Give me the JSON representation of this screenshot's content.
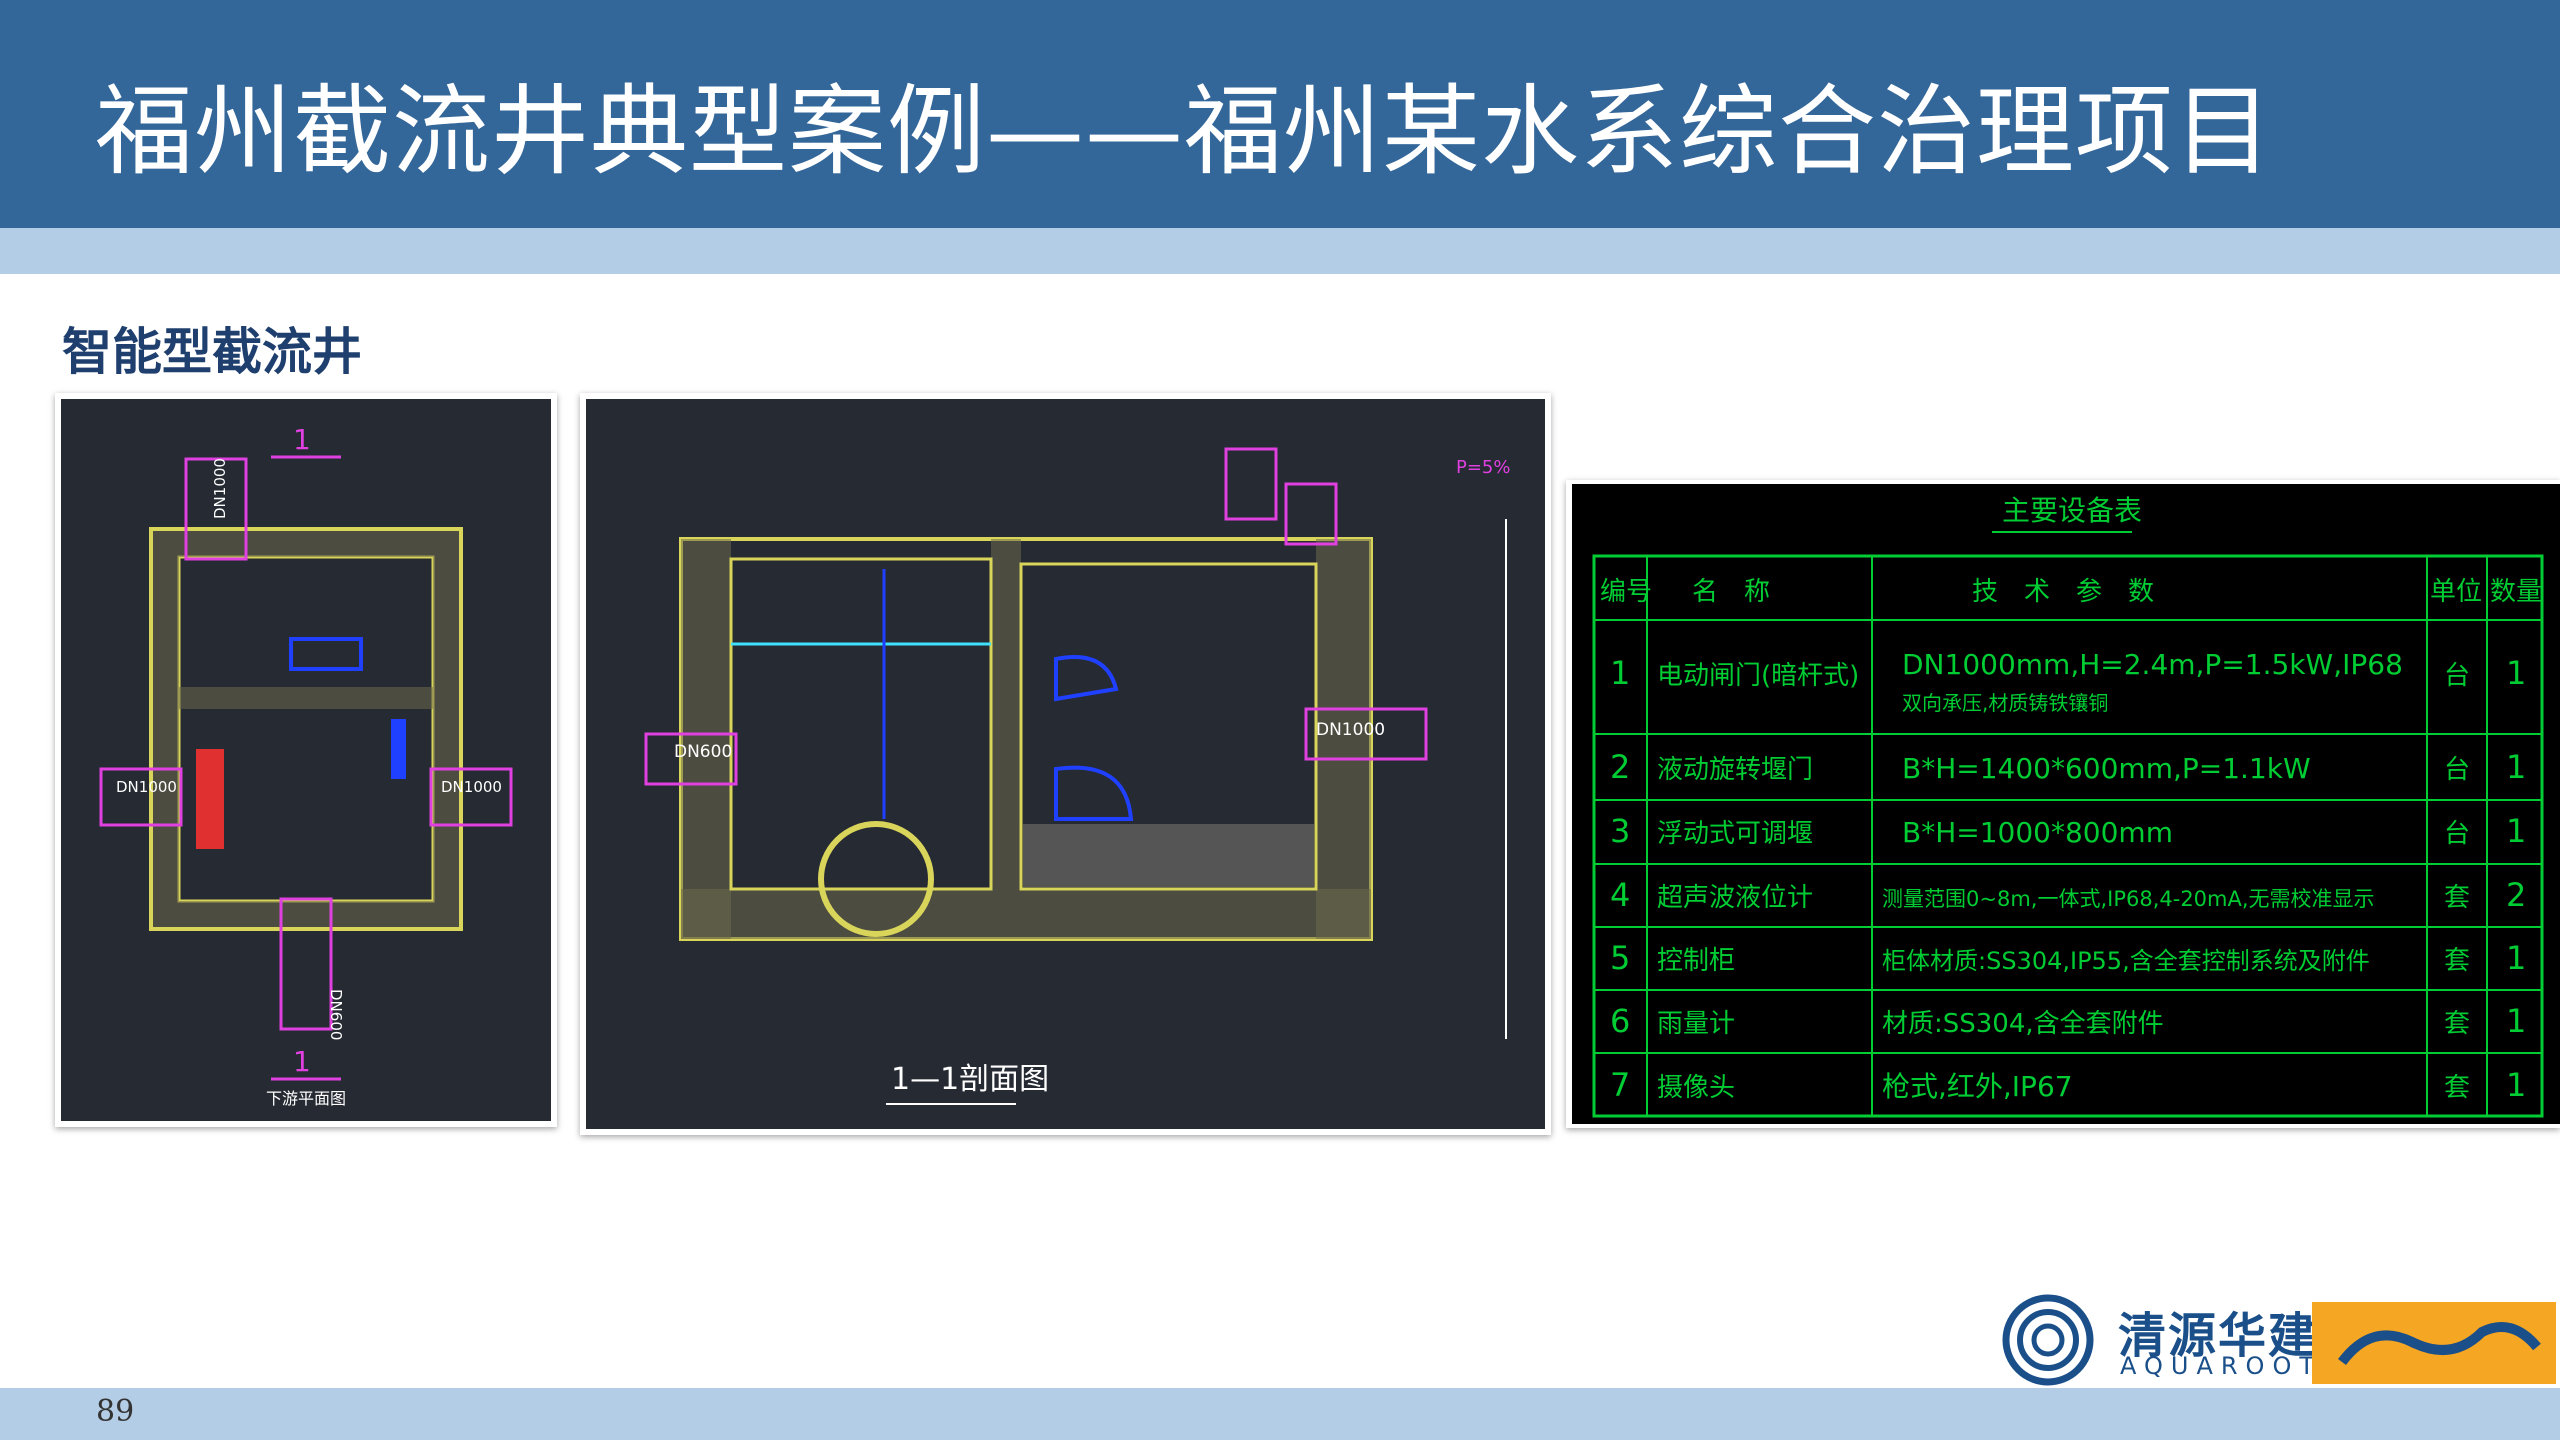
{
  "header": {
    "title": "福州截流井典型案例——福州某水系综合治理项目"
  },
  "section": {
    "heading": "智能型截流井"
  },
  "plan_drawing": {
    "section_marks": [
      "1",
      "1"
    ],
    "pipe_labels": [
      "DN1000",
      "DN1000",
      "DN1000",
      "DN600"
    ],
    "caption": "下游平面图"
  },
  "section_drawing": {
    "pipe_labels": [
      "DN600",
      "DN1000"
    ],
    "slope_label": "P=5%",
    "caption": "1—1剖面图"
  },
  "equipment_table": {
    "title": "主要设备表",
    "headers": [
      "编号",
      "名　称",
      "技　术　参　数",
      "单位",
      "数量"
    ],
    "rows": [
      {
        "no": "1",
        "name": "电动闸门(暗杆式)",
        "spec": "DN1000mm,H=2.4m,P=1.5kW,IP68",
        "spec2": "双向承压,材质铸铁镶铜",
        "unit": "台",
        "qty": "1"
      },
      {
        "no": "2",
        "name": "液动旋转堰门",
        "spec": "B*H=1400*600mm,P=1.1kW",
        "spec2": "",
        "unit": "台",
        "qty": "1"
      },
      {
        "no": "3",
        "name": "浮动式可调堰",
        "spec": "B*H=1000*800mm",
        "spec2": "",
        "unit": "台",
        "qty": "1"
      },
      {
        "no": "4",
        "name": "超声波液位计",
        "spec": "测量范围0~8m,一体式,IP68,4-20mA,无需校准显示",
        "spec2": "",
        "unit": "套",
        "qty": "2"
      },
      {
        "no": "5",
        "name": "控制柜",
        "spec": "柜体材质:SS304,IP55,含全套控制系统及附件",
        "spec2": "",
        "unit": "套",
        "qty": "1"
      },
      {
        "no": "6",
        "name": "雨量计",
        "spec": "材质:SS304,含全套附件",
        "spec2": "",
        "unit": "套",
        "qty": "1"
      },
      {
        "no": "7",
        "name": "摄像头",
        "spec": "枪式,红外,IP67",
        "spec2": "",
        "unit": "套",
        "qty": "1"
      }
    ]
  },
  "logo": {
    "name": "清源华建",
    "sub": "AQUAROOT"
  },
  "footer": {
    "page_number": "89"
  },
  "colors": {
    "title_bar": "#336699",
    "sub_bar": "#b3cde6",
    "cad_bg": "#262a33",
    "table_bg": "#000000",
    "table_line": "#00cc33"
  }
}
